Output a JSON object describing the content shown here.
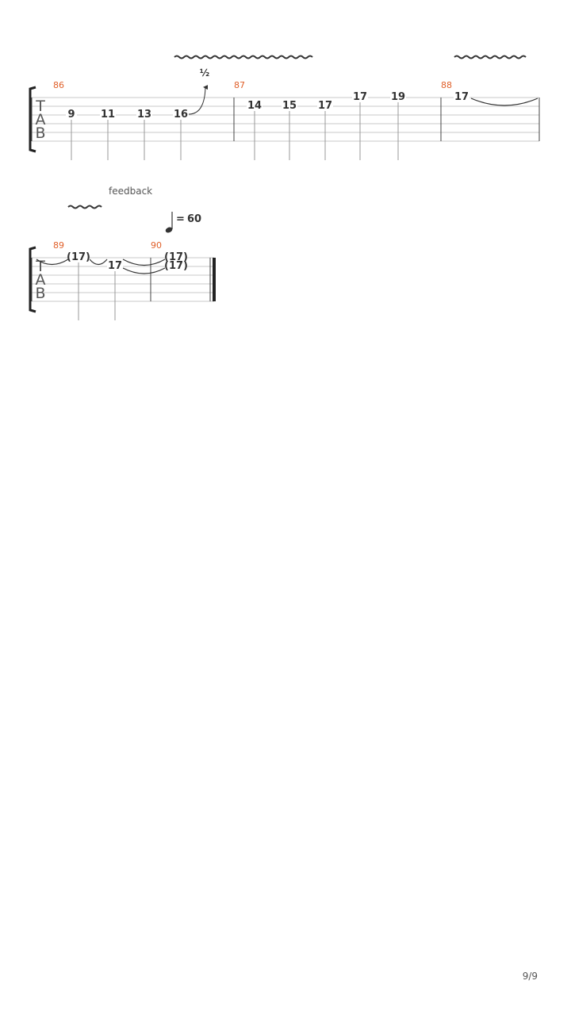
{
  "page": {
    "number_label": "9/9"
  },
  "colors": {
    "measure_number": "#e0602a",
    "notation": "#333333",
    "staff_line": "#c8c8c8"
  },
  "tab_clef": {
    "t": "T",
    "a": "A",
    "b": "B"
  },
  "systems": [
    {
      "measures": [
        {
          "number": "86",
          "notes": [
            {
              "fret": "9",
              "string": 3
            },
            {
              "fret": "11",
              "string": 3
            },
            {
              "fret": "13",
              "string": 3
            },
            {
              "fret": "16",
              "string": 3,
              "bend": "½"
            }
          ]
        },
        {
          "number": "87",
          "notes": [
            {
              "fret": "14",
              "string": 2
            },
            {
              "fret": "15",
              "string": 2
            },
            {
              "fret": "17",
              "string": 2
            },
            {
              "fret": "17",
              "string": 1
            },
            {
              "fret": "19",
              "string": 1
            }
          ]
        },
        {
          "number": "88",
          "notes": [
            {
              "fret": "17",
              "string": 1,
              "tie_out": true
            }
          ]
        }
      ],
      "vibrato": [
        "measure 86 end",
        "measure 88"
      ]
    },
    {
      "annotation": "feedback",
      "tempo": {
        "note": "quarter",
        "equals": "=",
        "bpm": "60"
      },
      "measures": [
        {
          "number": "89",
          "notes": [
            {
              "fret": "(17)",
              "string": 1,
              "tie_in": true
            },
            {
              "fret": "17",
              "string": 2
            }
          ]
        },
        {
          "number": "90",
          "notes": [
            {
              "fret": "(17)",
              "string": 1,
              "tie_in": true
            },
            {
              "fret": "(17)",
              "string": 2,
              "tie_in": true
            }
          ]
        }
      ],
      "final_barline": true
    }
  ]
}
